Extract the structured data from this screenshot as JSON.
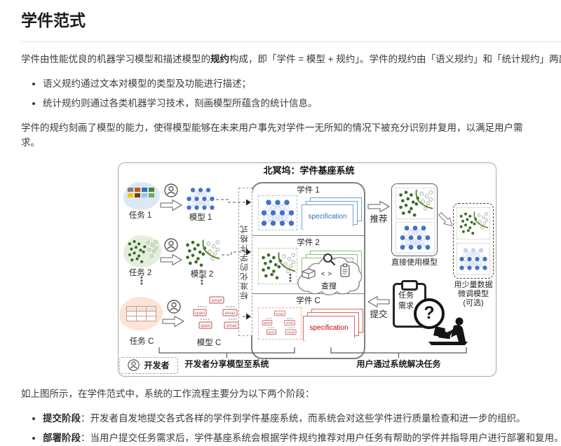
{
  "page": {
    "heading": "学件范式",
    "para1_before": "学件由性能优良的机器学习模型和描述模型的",
    "para1_bold": "规约",
    "para1_after": "构成，即「学件 = 模型 + 规约」。学件的规约由「语义规约」和「统计规约」两部分组成。",
    "bullets1": [
      "语义规约通过文本对模型的类型及功能进行描述；",
      "统计规约则通过各类机器学习技术，刻画模型所蕴含的统计信息。"
    ],
    "para2": "学件的规约刻画了模型的能力，使得模型能够在未来用户事先对学件一无所知的情况下被充分识别并复用，以满足用户需求。",
    "para3": "如上图所示，在学件范式中，系统的工作流程主要分为以下两个阶段：",
    "stage1_bold": "提交阶段",
    "stage1_text": "：开发者自发地提交各式各样的学件到学件基座系统，而系统会对这些学件进行质量检查和进一步的组织。",
    "stage2_bold": "部署阶段",
    "stage2_text": "：当用户提交任务需求后，学件基座系统会根据学件规约推荐对用户任务有帮助的学件并指导用户进行部署和复用。"
  },
  "diagram": {
    "system_title": "北冥坞：学件基座系统",
    "format_label": "标准化的学件格式",
    "search_label": "查搜",
    "code_glyph": "< >",
    "task1": "任务 1",
    "task2": "任务 2",
    "taskc": "任务 C",
    "model1": "模型 1",
    "model2": "模型 2",
    "modelc": "模型 C",
    "lw1": "学件 1",
    "lw2": "学件 2",
    "lwc": "学件 C",
    "spec": "specification",
    "ellipsis": "⋮",
    "recommend": "推荐",
    "submit": "提交",
    "direct_use": "直接使用模型",
    "finetune_l1": "用少量数据",
    "finetune_l2": "微调模型",
    "finetune_l3": "(可选)",
    "clip_l1": "任务",
    "clip_l2": "需求",
    "qmark": "?",
    "developer": "开发者",
    "bracket_left": "开发者分享模型至系统",
    "bracket_right": "用户通过系统解决任务",
    "tree": {
      "root": "email",
      "spam": "spam",
      "email": "email"
    },
    "colors": {
      "nn_blue": "#4472c4",
      "nn_light": "#bdd4ea",
      "scatter_green": "#538135",
      "spec_blue": "#2e74b5",
      "spec_green": "#538135",
      "spec_red": "#c00000",
      "task1_cloud": "#dbe8f6",
      "task2_cloud": "#e3efdb",
      "taskc_cloud": "#fce4d6"
    }
  }
}
